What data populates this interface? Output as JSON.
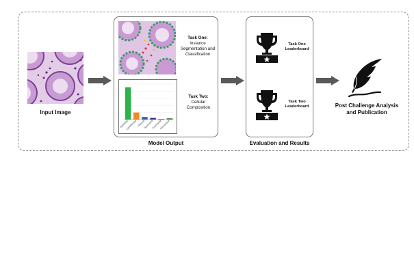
{
  "input": {
    "label": "Input Image"
  },
  "model_output": {
    "label": "Model Output",
    "task_one": {
      "title": "Task One:",
      "desc": "Instance Segmentation and Classification"
    },
    "task_two": {
      "title": "Task Two:",
      "desc": "Cellular Composition"
    }
  },
  "evaluation": {
    "label": "Evaluation and Results",
    "leaderboards": [
      {
        "label": "Task One Leaderboard",
        "icon": "trophy-podium-icon"
      },
      {
        "label": "Task Two Leaderboard",
        "icon": "trophy-podium-icon"
      }
    ]
  },
  "post": {
    "label": "Post Challenge Analysis and Publication",
    "icon": "quill-pen-icon"
  },
  "chart_data": {
    "type": "bar",
    "categories": [
      "Epithelial",
      "Lymphocyte",
      "Plasma",
      "Neutrophil",
      "Eosinophil",
      "Connective"
    ],
    "values": [
      100,
      22,
      8,
      5,
      2,
      4
    ],
    "colors": [
      "#2db34a",
      "#f08a24",
      "#2b5fb3",
      "#2a2a8a",
      "#d04040",
      "#3a8a3a"
    ],
    "ylim": [
      0,
      110
    ],
    "grid": true
  }
}
